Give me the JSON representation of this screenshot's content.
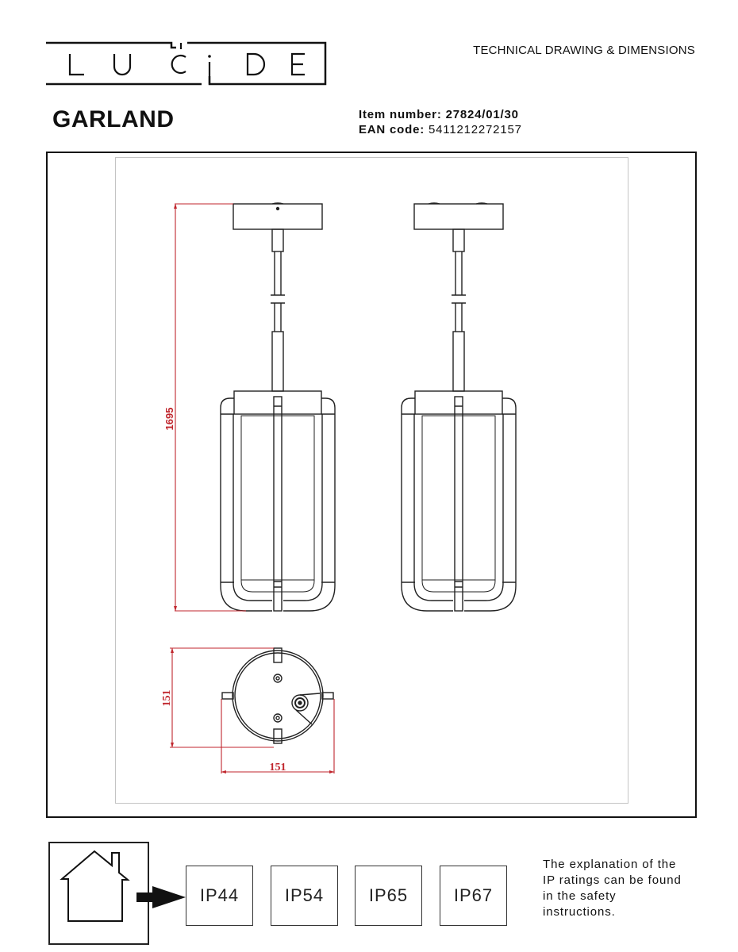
{
  "header": {
    "brand": "LUCIDE",
    "brand_letters": [
      "L",
      "U",
      "C",
      "I",
      "D",
      "E"
    ],
    "document_type": "TECHNICAL DRAWING & DIMENSIONS"
  },
  "product": {
    "name": "GARLAND",
    "item_number_label": "Item number",
    "item_number": "27824/01/30",
    "ean_label": "EAN code",
    "ean_code": "5411212272157"
  },
  "drawing": {
    "dimensions": {
      "height_mm": "1695",
      "top_view_depth_mm": "151",
      "top_view_width_mm": "151"
    },
    "views": [
      "front-view",
      "side-view",
      "top-view"
    ],
    "dimension_color": "#c0262d",
    "line_color": "#222222"
  },
  "ip_ratings": {
    "options": [
      "IP44",
      "IP54",
      "IP65",
      "IP67"
    ],
    "indicated": "IP44",
    "note": "The explanation of the IP ratings can be found in the safety instructions.",
    "note_lines": [
      "The explanation of the",
      "IP ratings can be found",
      "in the safety",
      "instructions."
    ]
  }
}
